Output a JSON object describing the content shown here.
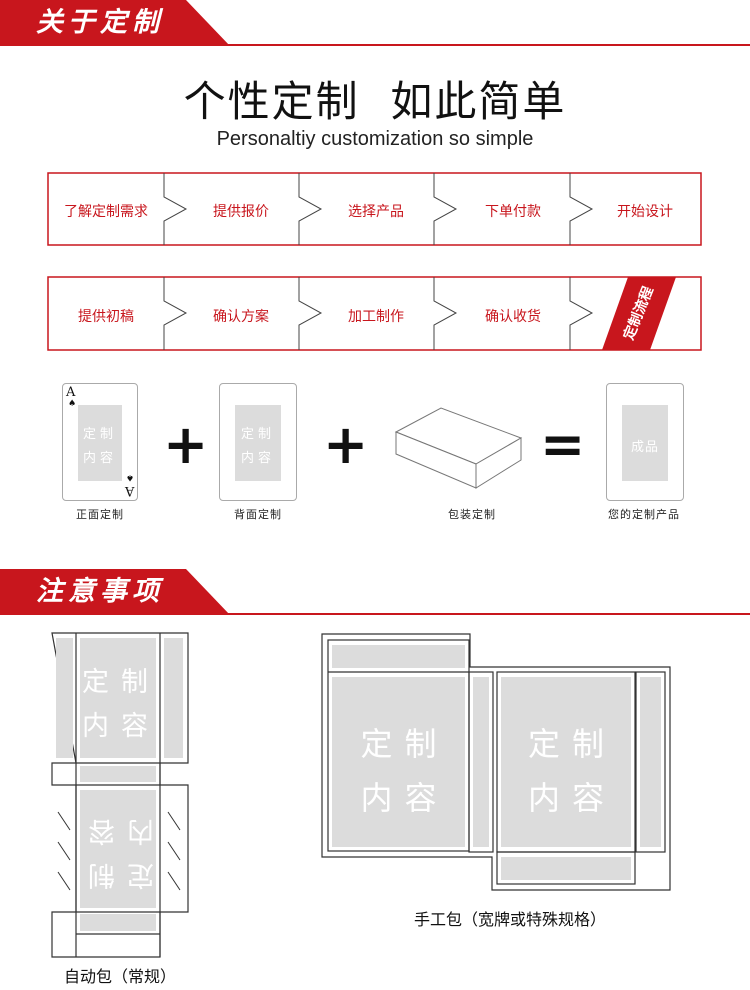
{
  "section_about": {
    "title": "关于定制"
  },
  "heading": {
    "title": "个性定制  如此简单",
    "subtitle": "Personaltiy customization so simple"
  },
  "process_row1": [
    "了解定制需求",
    "提供报价",
    "选择产品",
    "下单付款",
    "开始设计"
  ],
  "process_row2": [
    "提供初稿",
    "确认方案",
    "加工制作",
    "确认收货"
  ],
  "process_tag": "定制流程",
  "formula": {
    "front_card": {
      "corner_top": "A",
      "corner_bottom": "A",
      "text_line1": "定制",
      "text_line2": "内容",
      "caption": "正面定制"
    },
    "back_card": {
      "text_line1": "定制",
      "text_line2": "内容",
      "caption": "背面定制"
    },
    "box": {
      "caption": "包装定制"
    },
    "result": {
      "text": "成品",
      "caption": "您的定制产品"
    },
    "plus": "+",
    "equals": "="
  },
  "section_notes": {
    "title": "注意事项"
  },
  "left_template": {
    "text_line1": "定制",
    "text_line2": "内容",
    "flipped_line1": "定制",
    "flipped_line2": "内容",
    "caption": "自动包（常规）"
  },
  "right_template": {
    "left_line1": "定制",
    "left_line2": "内容",
    "right_line1": "定制",
    "right_line2": "内容",
    "caption": "手工包（宽牌或特殊规格）"
  },
  "colors": {
    "brand_red": "#c8161d",
    "panel_gray": "#dcdcdc"
  }
}
